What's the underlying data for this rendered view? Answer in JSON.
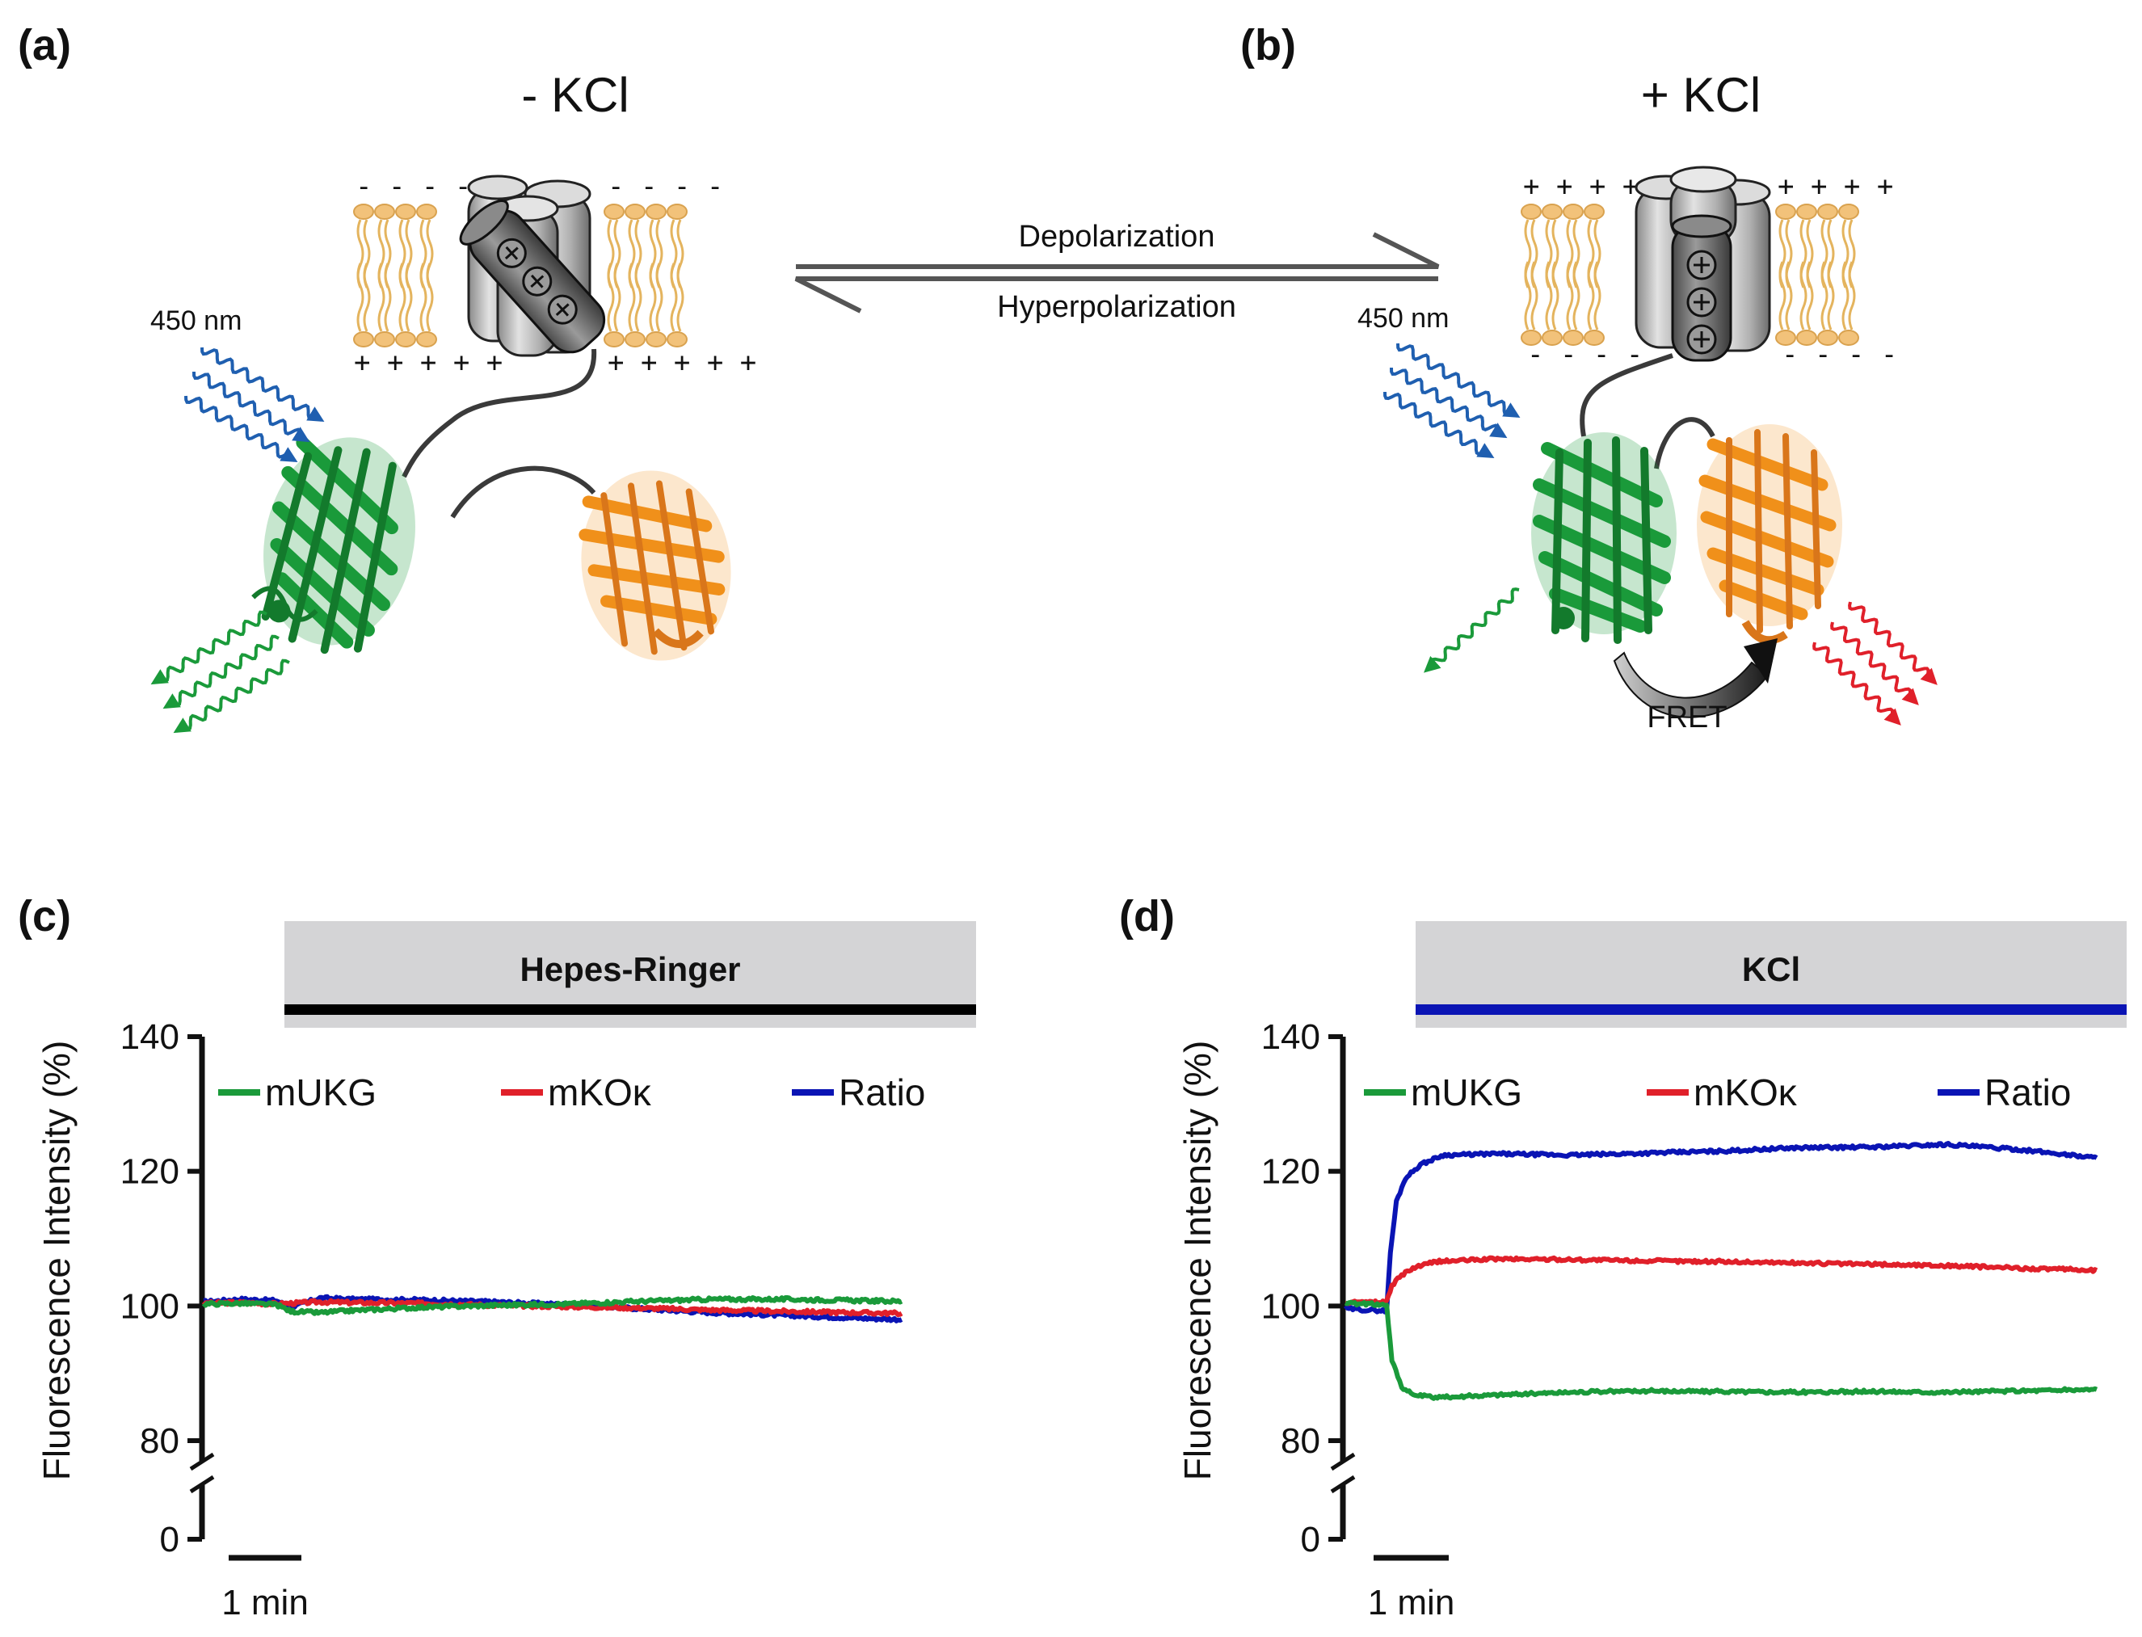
{
  "figure": {
    "panel_a": {
      "label": "(a)",
      "condition": "- KCl",
      "wavelength": "450 nm",
      "charges_top": "- - - -",
      "charges_bottom": "+ + + + +",
      "charges_top_right": "- - - -",
      "charges_bottom_right": "+ + + + +"
    },
    "panel_b": {
      "label": "(b)",
      "condition": "+ KCl",
      "wavelength": "450 nm",
      "fret": "FRET",
      "charges_top": "+ + + +",
      "charges_bottom": "- - - -",
      "charges_top_right": "+ + + +",
      "charges_bottom_right": "- - - -"
    },
    "transition": {
      "forward": "Depolarization",
      "reverse": "Hyperpolarization"
    },
    "panel_c": {
      "label": "(c)"
    },
    "panel_d": {
      "label": "(d)"
    },
    "plus_symbol": "+"
  },
  "colors": {
    "green": "#1a9a3a",
    "red": "#e0202a",
    "blue": "#0a14b4",
    "orange": "#f0901a",
    "gray_bar": "#d4d4d6",
    "wave_blue": "#1f5fb0"
  },
  "chart_data": [
    {
      "type": "line",
      "panel": "(c)",
      "treatment": "Hepes-Ringer",
      "treatment_color": "#000000",
      "ylabel": "Fluorescence Intensity (%)",
      "yticks": [
        "0",
        "80",
        "100",
        "120",
        "140"
      ],
      "ylim": [
        80,
        140
      ],
      "axis_break": true,
      "scale_bar": "1 min",
      "legend": [
        "mUKG",
        "mKOκ",
        "Ratio"
      ],
      "x_unit": "min",
      "treatment_start_min": 1.0,
      "series": [
        {
          "name": "mUKG",
          "color": "#1a9a3a",
          "x": [
            0,
            0.5,
            1.0,
            1.2,
            1.6,
            2.0,
            3.0,
            4.0,
            5.0,
            6.0,
            7.0,
            8.0,
            9.0,
            9.6
          ],
          "y": [
            100.3,
            100.4,
            100.2,
            99.2,
            99.0,
            99.3,
            99.8,
            100.1,
            100.3,
            100.7,
            101.0,
            101.0,
            100.8,
            100.7
          ]
        },
        {
          "name": "mKOκ",
          "color": "#e0202a",
          "x": [
            0,
            0.5,
            1.0,
            1.2,
            1.6,
            2.0,
            3.0,
            4.0,
            5.0,
            6.0,
            7.0,
            8.0,
            9.0,
            9.6
          ],
          "y": [
            100.4,
            100.5,
            100.3,
            100.4,
            100.6,
            100.5,
            100.4,
            100.1,
            99.9,
            99.7,
            99.4,
            99.2,
            99.0,
            98.9
          ]
        },
        {
          "name": "Ratio",
          "color": "#0a14b4",
          "x": [
            0,
            0.5,
            1.0,
            1.2,
            1.6,
            2.0,
            3.0,
            4.0,
            5.0,
            6.0,
            7.0,
            8.0,
            9.0,
            9.6
          ],
          "y": [
            100.6,
            101.0,
            100.8,
            99.8,
            101.2,
            101.0,
            100.9,
            100.6,
            100.2,
            99.6,
            99.0,
            98.6,
            98.2,
            98.0
          ]
        }
      ]
    },
    {
      "type": "line",
      "panel": "(d)",
      "treatment": "KCl",
      "treatment_color": "#0a14b4",
      "ylabel": "Fluorescence Intensity (%)",
      "yticks": [
        "0",
        "80",
        "100",
        "120",
        "140"
      ],
      "ylim": [
        80,
        140
      ],
      "axis_break": true,
      "scale_bar": "1 min",
      "legend": [
        "mUKG",
        "mKOκ",
        "Ratio"
      ],
      "x_unit": "min",
      "treatment_start_min": 0.55,
      "series": [
        {
          "name": "mUKG",
          "color": "#1a9a3a",
          "x": [
            0,
            0.3,
            0.55,
            0.62,
            0.75,
            0.9,
            1.2,
            2.0,
            3.0,
            4.0,
            5.0,
            6.0,
            7.0,
            8.0,
            9.0,
            10.0
          ],
          "y": [
            100.4,
            100.3,
            100.2,
            92.0,
            88.0,
            86.8,
            86.4,
            86.8,
            87.2,
            87.4,
            87.3,
            87.2,
            87.3,
            87.2,
            87.4,
            87.6
          ]
        },
        {
          "name": "mKOκ",
          "color": "#e0202a",
          "x": [
            0,
            0.3,
            0.55,
            0.62,
            0.75,
            0.9,
            1.2,
            2.0,
            3.0,
            4.0,
            5.0,
            6.0,
            7.0,
            8.0,
            9.0,
            10.0
          ],
          "y": [
            100.6,
            100.5,
            100.6,
            103.0,
            104.6,
            105.6,
            106.6,
            107.0,
            106.9,
            106.7,
            106.6,
            106.4,
            106.2,
            106.0,
            105.6,
            105.3
          ]
        },
        {
          "name": "Ratio",
          "color": "#0a14b4",
          "x": [
            0,
            0.3,
            0.55,
            0.6,
            0.68,
            0.8,
            1.0,
            1.3,
            2.0,
            3.0,
            4.0,
            5.0,
            6.0,
            7.0,
            8.0,
            9.0,
            10.0
          ],
          "y": [
            99.6,
            99.4,
            99.3,
            108.0,
            115.5,
            119.0,
            121.0,
            122.4,
            122.6,
            122.4,
            122.7,
            123.0,
            123.5,
            123.6,
            124.0,
            123.2,
            122.0
          ]
        }
      ]
    }
  ]
}
